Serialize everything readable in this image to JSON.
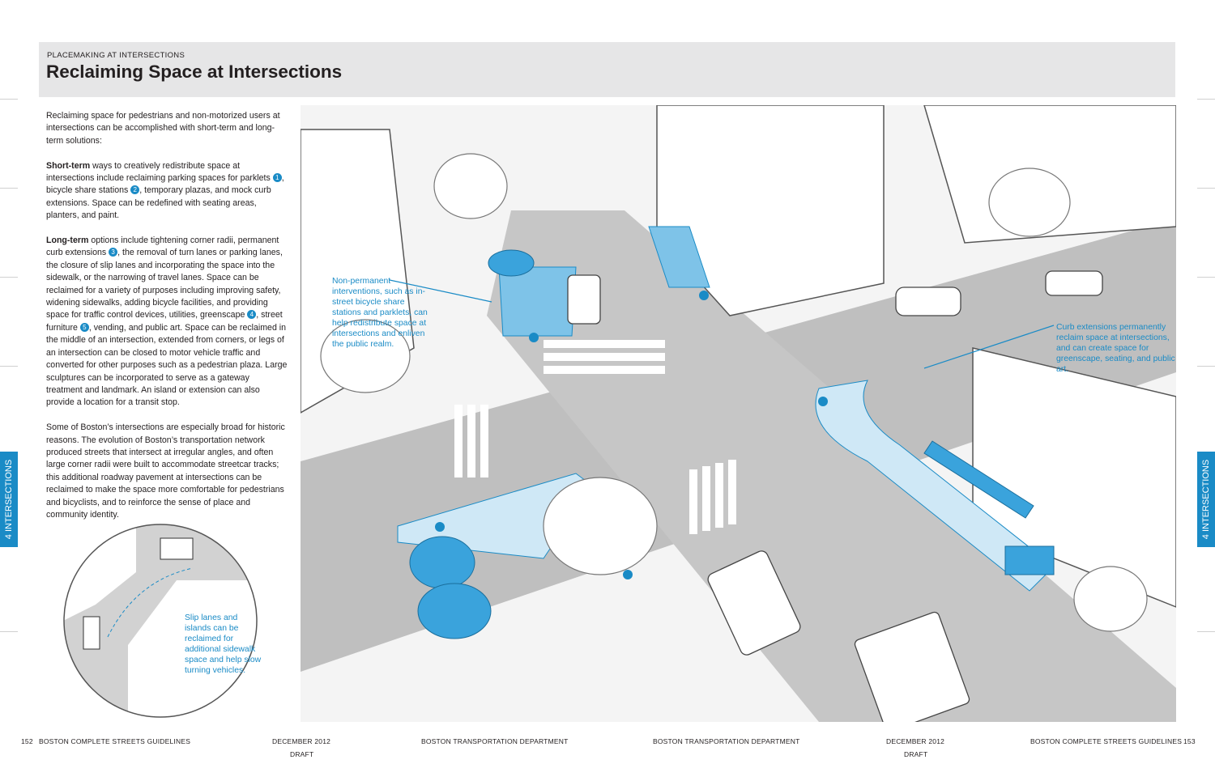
{
  "header": {
    "kicker": "PLACEMAKING AT INTERSECTIONS",
    "title": "Reclaiming Space at Intersections"
  },
  "body": {
    "p1": "Reclaiming space for pedestrians and non-motorized users at intersections can be accomplished with short-term and long-term solutions:",
    "p2_lead": "Short-term",
    "p2_a": " ways to creatively redistribute space at intersections include reclaiming parking spaces for parklets ",
    "p2_b": ", bicycle share stations ",
    "p2_c": ", temporary plazas, and mock curb extensions. Space can be redefined with seating areas, planters, and paint.",
    "p3_lead": "Long-term",
    "p3_a": " options include tightening corner radii, permanent curb extensions ",
    "p3_b": ", the removal of turn lanes or parking lanes, the closure of slip lanes and incorporating the space into the sidewalk, or the narrowing of travel lanes. Space can be reclaimed for a variety of purposes including improving safety, widening sidewalks, adding bicycle facilities, and providing space for traffic control devices, utilities, greenscape ",
    "p3_c": ", street furniture ",
    "p3_d": ", vending, and public art. Space can be reclaimed in the middle of an intersection, extended from corners, or legs of an intersection can be closed to motor vehicle traffic and converted for other purposes such as a pedestrian plaza. Large sculptures can be incorporated to serve as a gateway treatment and landmark. An island or extension can also provide a location for a transit stop.",
    "p4": "Some of Boston’s intersections are especially broad for historic reasons. The evolution of Boston’s transportation network produced streets that intersect at irregular angles, and often large corner radii were built to accommodate streetcar tracks; this additional roadway pavement at intersections can be reclaimed to make the space more comfortable for pedestrians and bicyclists, and to reinforce the sense of place and community identity.",
    "markers": [
      "1",
      "2",
      "3",
      "4",
      "5"
    ]
  },
  "side_tab": {
    "left": "4  INTERSECTIONS",
    "right": "4  INTERSECTIONS"
  },
  "callouts": {
    "nonpermanent": "Non-permanent interventions, such as in-street bicycle share stations and parklets, can help redistribute space at intersections and enliven the public realm.",
    "curb": "Curb extensions permanently reclaim space at intersections, and can create space for greenscape, seating, and public art.",
    "slip": "Slip lanes and islands can be reclaimed for additional sidewalk space and help slow turning vehicles."
  },
  "footer": {
    "left_page": "152",
    "left_title": "BOSTON COMPLETE STREETS GUIDELINES",
    "left_date": "DECEMBER 2012",
    "left_draft": "DRAFT",
    "left_dept": "BOSTON TRANSPORTATION DEPARTMENT",
    "right_dept": "BOSTON TRANSPORTATION DEPARTMENT",
    "right_date": "DECEMBER 2012",
    "right_draft": "DRAFT",
    "right_title": "BOSTON COMPLETE STREETS GUIDELINES",
    "right_page": "153"
  },
  "colors": {
    "accent": "#1a8bc6",
    "header_bg": "#e6e6e7",
    "road": "#bdbdbd",
    "sidewalk": "#eeeeee"
  }
}
